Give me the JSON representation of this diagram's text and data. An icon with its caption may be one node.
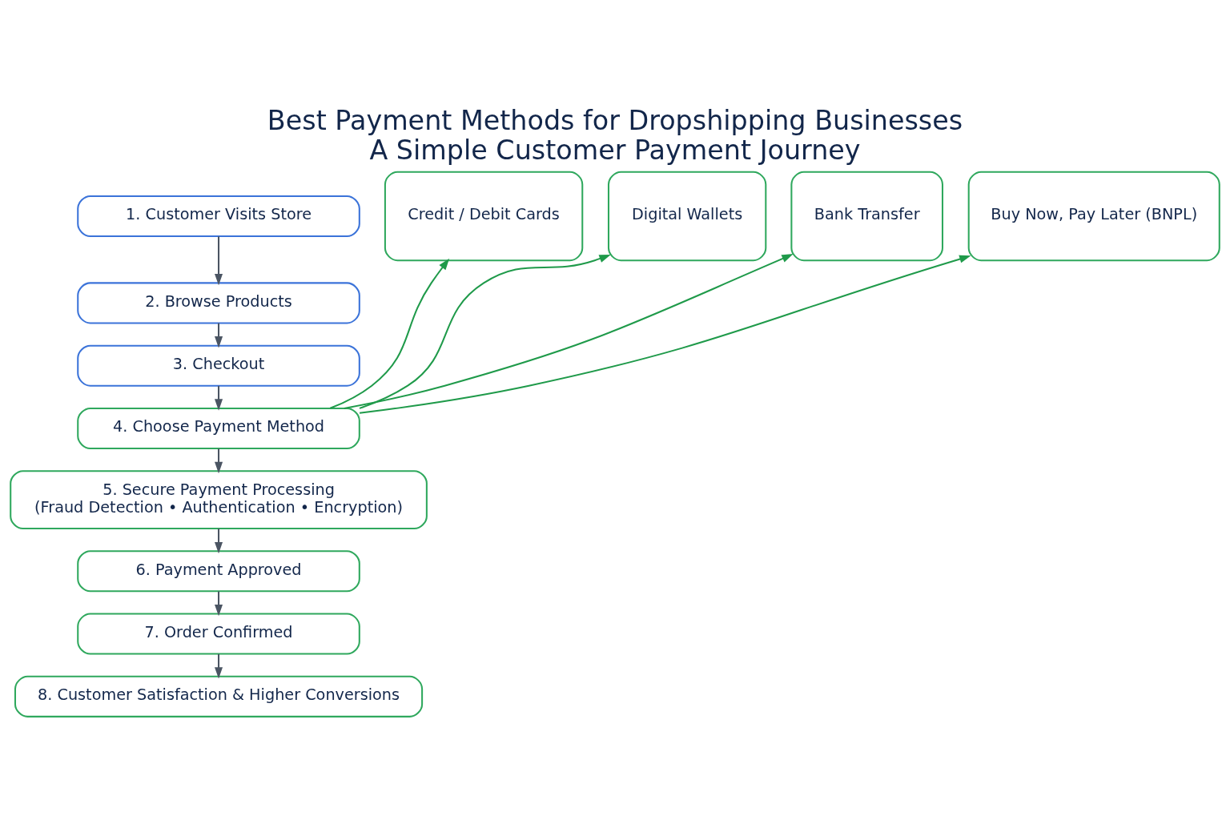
{
  "diagram": {
    "title": "Best Payment Methods for Dropshipping Businesses",
    "caption": "A Simple Customer Payment Journey",
    "nodes": [
      {
        "text": [
          "1. Customer Visits Store"
        ]
      },
      {
        "text": [
          "2. Browse Products"
        ]
      },
      {
        "text": [
          "3. Checkout"
        ]
      },
      {
        "text": [
          "4. Choose Payment Method"
        ]
      },
      {
        "text": [
          "5. Secure Payment Processing",
          "(Fraud Detection • Authentication • Encryption)"
        ]
      },
      {
        "text": [
          "6. Payment Approved"
        ]
      },
      {
        "text": [
          "7. Order Confirmed"
        ]
      },
      {
        "text": [
          "8. Customer Satisfaction & Higher Conversions"
        ]
      },
      {
        "text": [
          "Credit / Debit Cards"
        ]
      },
      {
        "text": [
          "Digital Wallets"
        ]
      },
      {
        "text": [
          "Bank Transfer"
        ]
      },
      {
        "text": [
          "Buy Now, Pay Later (BNPL)"
        ]
      }
    ],
    "edges": [
      {
        "from": 0,
        "to": 1,
        "arrow": "to"
      },
      {
        "from": 1,
        "to": 2,
        "arrow": "to"
      },
      {
        "from": 2,
        "to": 3,
        "arrow": "to"
      },
      {
        "from": 3,
        "to": 4,
        "arrow": "to"
      },
      {
        "from": 4,
        "to": 5,
        "arrow": "to"
      },
      {
        "from": 5,
        "to": 6,
        "arrow": "to"
      },
      {
        "from": 6,
        "to": 7,
        "arrow": "to"
      },
      {
        "from": 3,
        "to": 8,
        "arrow": "to",
        "color": "#1f9a4a"
      },
      {
        "from": 3,
        "to": 9,
        "arrow": "to",
        "color": "#1f9a4a"
      },
      {
        "from": 3,
        "to": 10,
        "arrow": "to",
        "color": "#1f9a4a"
      },
      {
        "from": 3,
        "to": 11,
        "arrow": "to",
        "color": "#1f9a4a"
      }
    ]
  }
}
